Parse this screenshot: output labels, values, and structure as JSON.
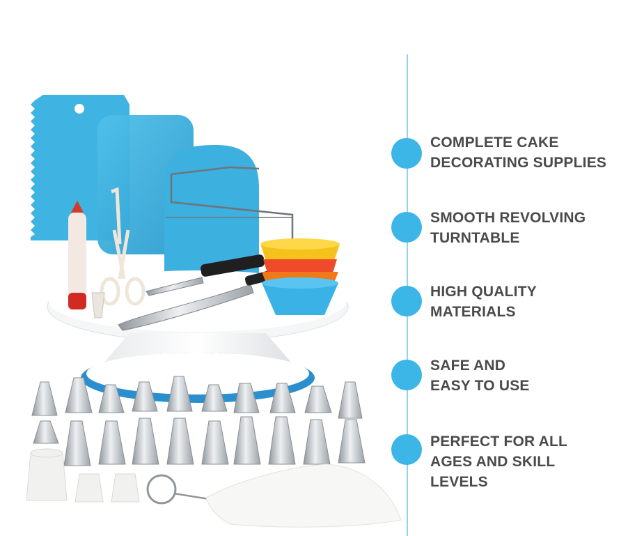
{
  "features": [
    {
      "lines": [
        "COMPLETE CAKE",
        "DECORATING SUPPLIES"
      ]
    },
    {
      "lines": [
        "SMOOTH REVOLVING",
        "TURNTABLE"
      ]
    },
    {
      "lines": [
        "HIGH QUALITY",
        "MATERIALS"
      ]
    },
    {
      "lines": [
        "SAFE AND",
        "EASY TO USE"
      ]
    },
    {
      "lines": [
        "PERFECT FOR ALL",
        "AGES AND SKILL",
        "LEVELS"
      ]
    }
  ],
  "colors": {
    "accent": "#3cb6e6",
    "line": "#8fd3ec",
    "text": "#4a4a4a",
    "tool_blue": "#35a8d8",
    "steel": "#c9cdd1"
  },
  "illustration": "cake-decorating-kit-product-photo"
}
